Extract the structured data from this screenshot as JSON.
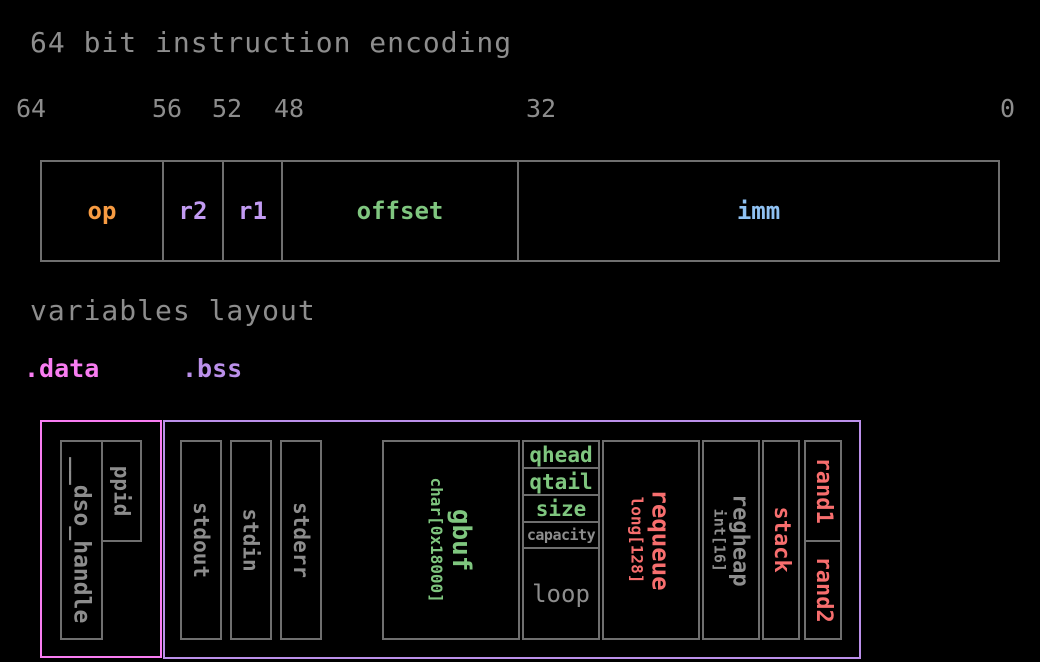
{
  "titles": {
    "encoding": "64 bit instruction encoding",
    "variables": "variables layout"
  },
  "encoding": {
    "bits": [
      "64",
      "56",
      "52",
      "48",
      "32",
      "0"
    ],
    "fields": [
      {
        "label": "op",
        "color": "#f79b42"
      },
      {
        "label": "r2",
        "color": "#c29bf2"
      },
      {
        "label": "r1",
        "color": "#c29bf2"
      },
      {
        "label": "offset",
        "color": "#7fc67f"
      },
      {
        "label": "imm",
        "color": "#8fc1f2"
      }
    ]
  },
  "sections": {
    "data": {
      "label": ".data",
      "color": "#f97df2"
    },
    "bss": {
      "label": ".bss",
      "color": "#bb90ea"
    }
  },
  "vars": {
    "dso_handle": "__dso_handle",
    "ppid": "ppid",
    "stdout": "stdout",
    "stdin": "stdin",
    "stderr": "stderr",
    "gbuf": {
      "name": "gbuf",
      "type": "char[0x18000]"
    },
    "queue": {
      "qhead": "qhead",
      "qtail": "qtail",
      "size": "size",
      "capacity": "capacity",
      "loop": "loop"
    },
    "requeue": {
      "name": "requeue",
      "type": "long[128]"
    },
    "regheap": {
      "name": "regheap",
      "type": "int[16]"
    },
    "stack": "stack",
    "rand1": "rand1",
    "rand2": "rand2"
  },
  "colors": {
    "background": "#000000",
    "text_gray": "#8d8d8d",
    "border_gray": "#6f6f6f",
    "orange": "#f79b42",
    "purple": "#c29bf2",
    "green": "#7fc67f",
    "blue": "#8fc1f2",
    "pink": "#f97df2",
    "violet": "#bb90ea",
    "red": "#f76e6e"
  }
}
